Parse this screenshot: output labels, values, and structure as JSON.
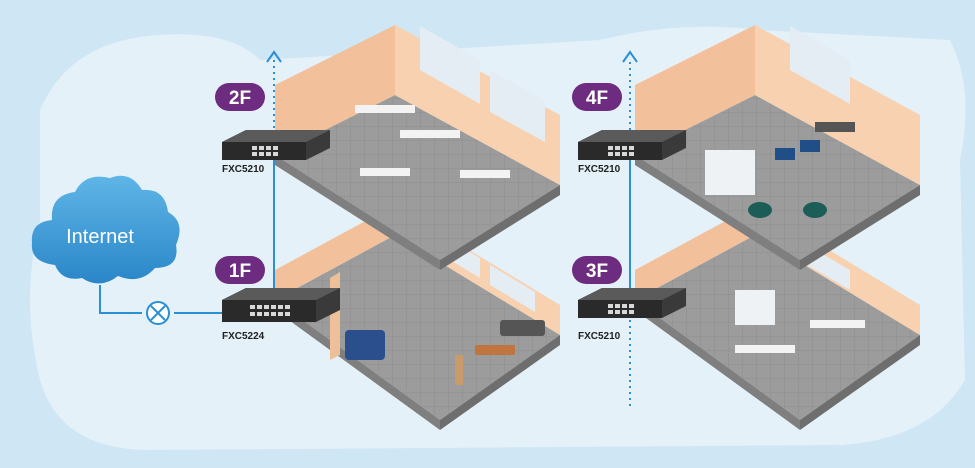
{
  "cloud": {
    "label": "Internet"
  },
  "floors": [
    {
      "id": "1F",
      "label": "1F",
      "switch_model": "FXC5224"
    },
    {
      "id": "2F",
      "label": "2F",
      "switch_model": "FXC5210"
    },
    {
      "id": "3F",
      "label": "3F",
      "switch_model": "FXC5210"
    },
    {
      "id": "4F",
      "label": "4F",
      "switch_model": "FXC5210"
    }
  ],
  "colors": {
    "background": "#cfe6f4",
    "blob": "#ffffff",
    "link_line": "#2b8fd6",
    "badge": "#6d2c7f",
    "cloud": "#3a9ad6",
    "floor_slab": "#9a9a9a",
    "wall": "#f4c9a3",
    "window": "#e6eef3",
    "switch_body": "#2e2e2e"
  },
  "icons": {
    "cloud": "cloud-icon",
    "router": "router-icon",
    "switch": "network-switch-icon",
    "uplink": "arrow-up-icon"
  }
}
